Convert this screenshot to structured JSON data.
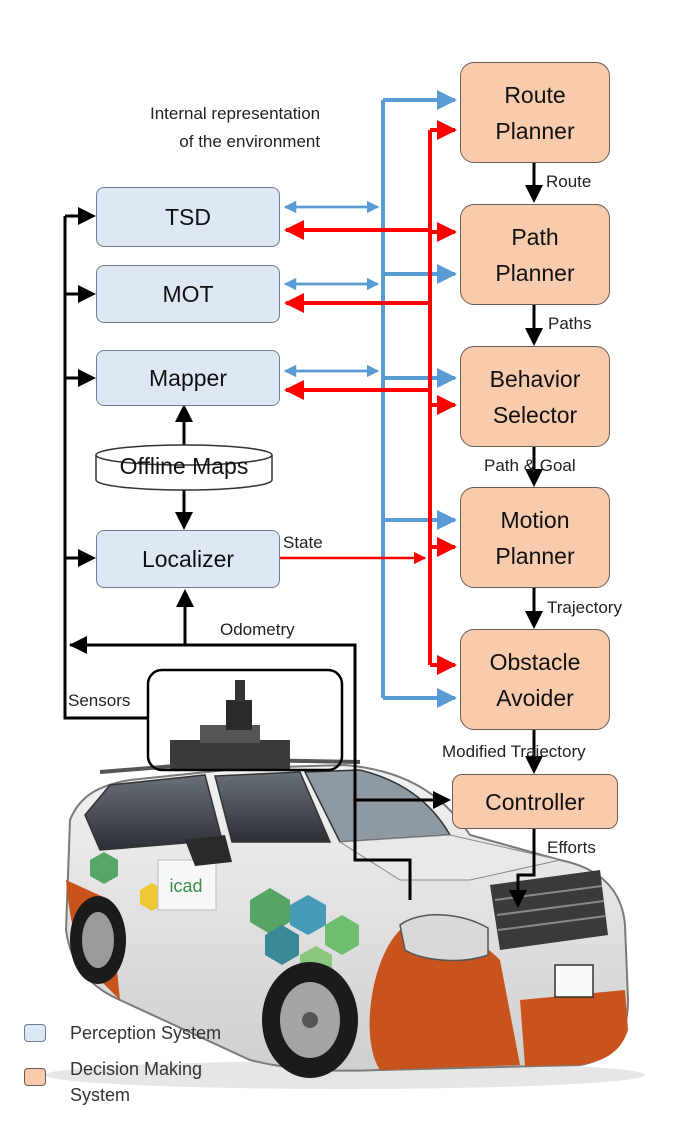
{
  "nodes": {
    "route_planner": "Route\nPlanner",
    "path_planner": "Path\nPlanner",
    "behavior_selector": "Behavior\nSelector",
    "motion_planner": "Motion\nPlanner",
    "obstacle_avoider": "Obstacle\nAvoider",
    "controller": "Controller",
    "tsd": "TSD",
    "mot": "MOT",
    "mapper": "Mapper",
    "offline_maps": "Offline Maps",
    "localizer": "Localizer"
  },
  "edge_labels": {
    "internal_rep": "Internal representation\nof the environment",
    "route": "Route",
    "paths": "Paths",
    "path_goal": "Path & Goal",
    "trajectory": "Trajectory",
    "modified_trajectory": "Modified Trajectory",
    "efforts": "Efforts",
    "state": "State",
    "odometry": "Odometry",
    "sensors": "Sensors"
  },
  "legend": {
    "perception": "Perception System",
    "decision": "Decision Making\nSystem"
  },
  "colors": {
    "perception_fill": "#dde8f4",
    "decision_fill": "#f8cbad",
    "blue_arrow": "#5b9bd5",
    "red_arrow": "#ff0000",
    "black_arrow": "#000000"
  },
  "photo": {
    "sticker_text": "icad"
  }
}
